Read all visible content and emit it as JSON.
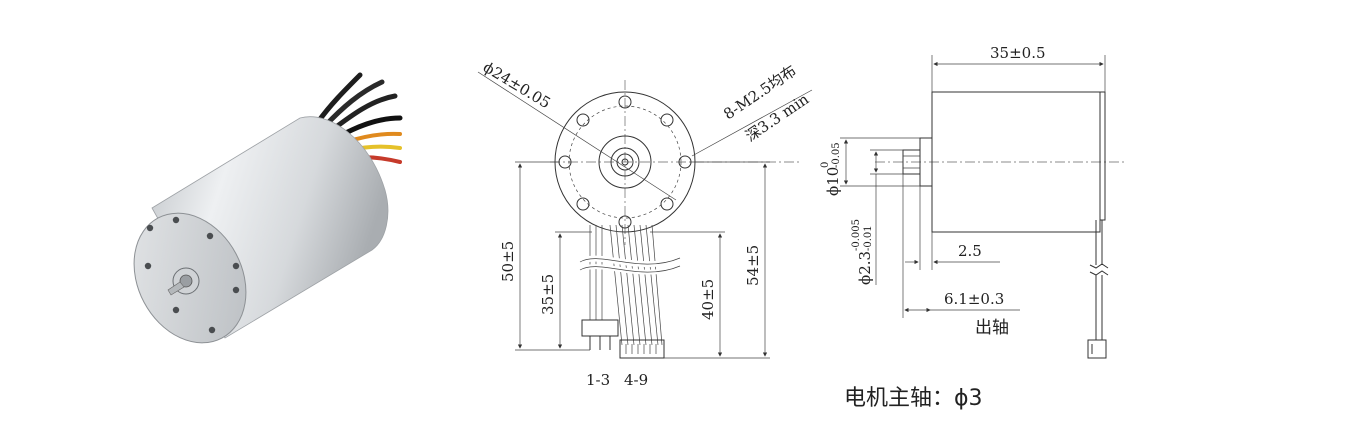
{
  "front_view": {
    "dim_flange_dia": "ϕ24±0.05",
    "dim_holes": "8-M2.5均布",
    "dim_hole_depth": "深3.3 min",
    "dim_height_50": "50±5",
    "dim_height_35": "35±5",
    "dim_height_40": "40±5",
    "dim_height_54": "54±5",
    "connector_a": "1-3",
    "connector_b": "4-9"
  },
  "side_view": {
    "dim_length": "35±0.5",
    "dim_boss_dia": "ϕ10",
    "dim_boss_tol_upper": "0",
    "dim_boss_tol_lower": "-0.05",
    "dim_shaft_dia": "ϕ2.3",
    "dim_shaft_tol_upper": "-0.005",
    "dim_shaft_tol_lower": "-0.01",
    "dim_boss_len": "2.5",
    "dim_shaft_len": "6.1±0.3",
    "label_shaft_out": "出轴"
  },
  "caption": "电机主轴：ϕ3"
}
